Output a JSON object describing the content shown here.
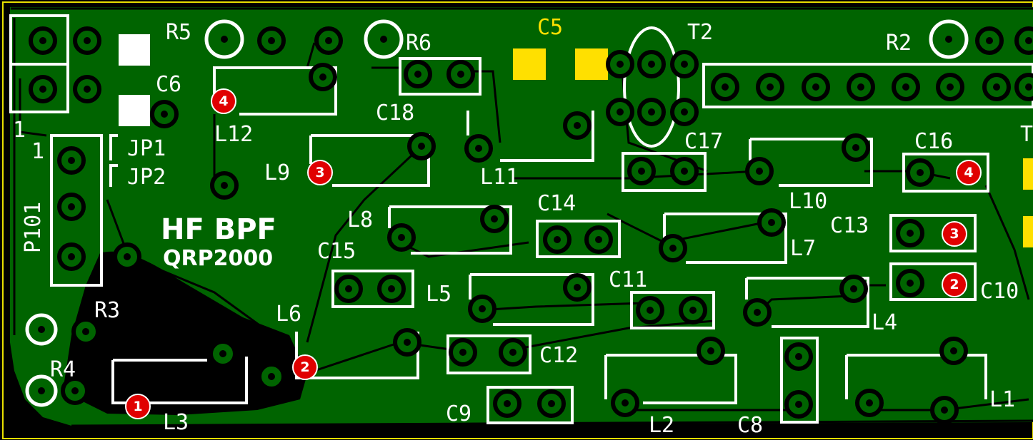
{
  "board": {
    "title": "HF BPF",
    "subtitle": "QRP2000"
  },
  "colors": {
    "copper": "#006400",
    "background": "#000000",
    "silkscreen": "#ffffff",
    "pad_ring": "#00a000",
    "marker": "#e00000",
    "smd_pad": "#ffe000"
  },
  "labels": {
    "r5": "R5",
    "r6": "R6",
    "r2": "R2",
    "r3": "R3",
    "r4": "R4",
    "c5": "C5",
    "c6": "C6",
    "c8": "C8",
    "c9": "C9",
    "c10": "C10",
    "c11": "C11",
    "c12": "C12",
    "c13": "C13",
    "c14": "C14",
    "c15": "C15",
    "c16": "C16",
    "c17": "C17",
    "c18": "C18",
    "t2": "T2",
    "t_partial": "T",
    "l1": "L1",
    "l2": "L2",
    "l3": "L3",
    "l4": "L4",
    "l5": "L5",
    "l6": "L6",
    "l7": "L7",
    "l8": "L8",
    "l9": "L9",
    "l10": "L10",
    "l11": "L11",
    "l12": "L12",
    "jp1": "JP1",
    "jp2": "JP2",
    "p101": "P101",
    "pin1_a": "1",
    "pin1_b": "1"
  },
  "markers": {
    "m_l12": "4",
    "m_l9": "3",
    "m_c16": "4",
    "m_c13": "3",
    "m_c10": "2",
    "m_l6": "2",
    "m_l3": "1"
  }
}
